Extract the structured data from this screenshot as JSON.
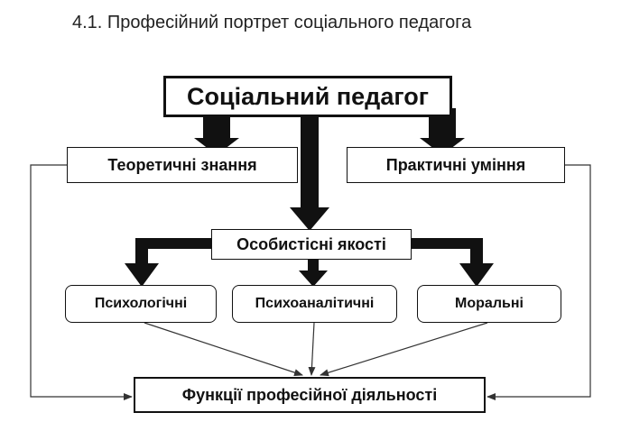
{
  "heading": "4.1. Професійний портрет соціального педагога",
  "diagram": {
    "root": "Соціальний педагог",
    "theoretical": "Теоретичні знання",
    "practical": "Практичні уміння",
    "personal": "Особистісні якості",
    "psychological": "Психологічні",
    "psychoanalytical": "Психоаналітичні",
    "moral": "Моральні",
    "functions": "Функції професійної діяльності"
  },
  "colors": {
    "arrow": "#111111",
    "thin_arrow": "#333333",
    "box_border": "#111111",
    "text": "#111111"
  }
}
